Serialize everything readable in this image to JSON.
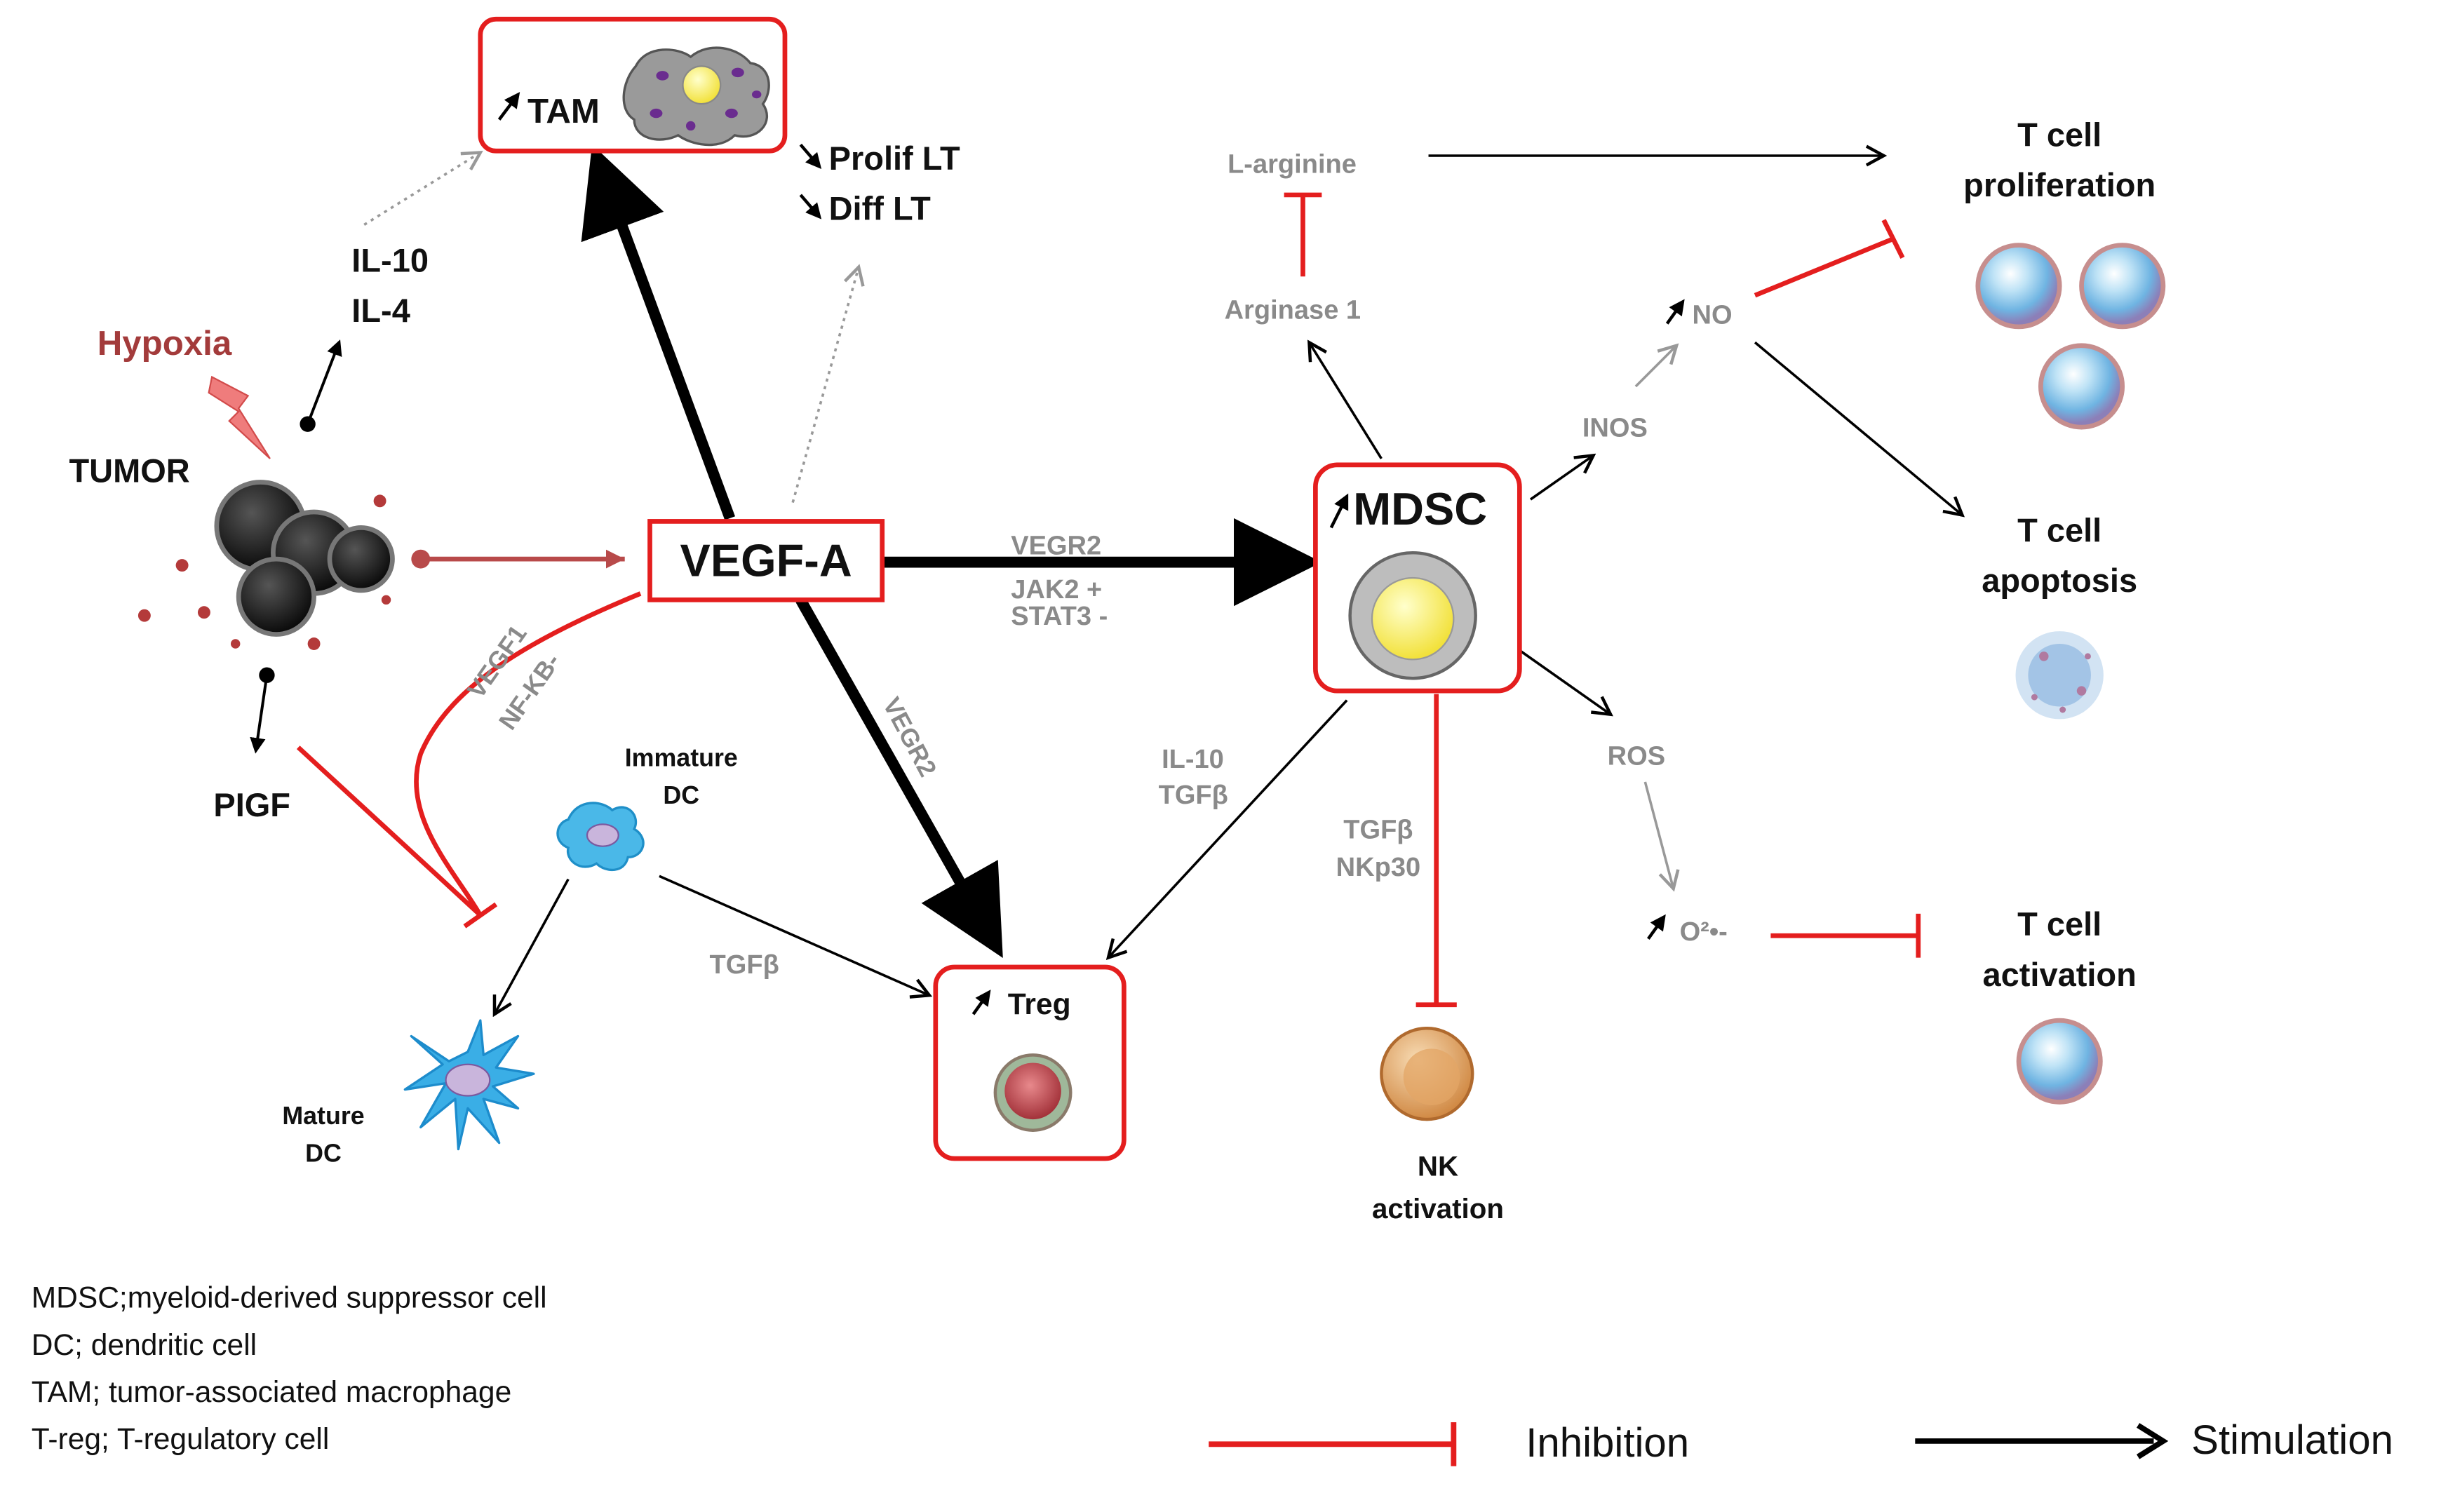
{
  "colors": {
    "inhibition": "#e41e1e",
    "stimulation": "#000000",
    "grey_text": "#8a8a8a",
    "hypoxia": "#a33b3b",
    "box_border": "#e41e1e"
  },
  "nodes": {
    "tam": "TAM",
    "prolif_lt": "Prolif LT",
    "diff_lt": "Diff LT",
    "il10": "IL-10",
    "il4": "IL-4",
    "hypoxia": "Hypoxia",
    "tumor": "TUMOR",
    "pigf": "PIGF",
    "vegfa": "VEGF-A",
    "vegf1": "VEGF1",
    "nfkb": "NF-KB-",
    "vegr2_top": "VEGR2",
    "jak2": "JAK2 +",
    "stat3": "STAT3 -",
    "vegr2_diag": "VEGR2",
    "immature_dc_1": "Immature",
    "immature_dc_2": "DC",
    "mature_dc_1": "Mature",
    "mature_dc_2": "DC",
    "tgfb_dc": "TGFβ",
    "treg": "Treg",
    "il10_treg": "IL-10",
    "tgfb_treg": "TGFβ",
    "mdsc": "MDSC",
    "l_arginine": "L-arginine",
    "arginase": "Arginase 1",
    "inos": "INOS",
    "no": "NO",
    "ros": "ROS",
    "superoxide": "O²•-",
    "tgfb_nk": "TGFβ",
    "nkp30": "NKp30",
    "nk_1": "NK",
    "nk_2": "activation",
    "tcell_prolif_1": "T cell",
    "tcell_prolif_2": "proliferation",
    "tcell_apop_1": "T cell",
    "tcell_apop_2": "apoptosis",
    "tcell_act_1": "T cell",
    "tcell_act_2": "activation"
  },
  "glossary": [
    "MDSC;myeloid-derived  suppressor cell",
    "DC; dendritic cell",
    "TAM;  tumor-associated macrophage",
    "T-reg; T-regulatory cell"
  ],
  "legend": {
    "inhibition": "Inhibition",
    "stimulation": "Stimulation"
  },
  "icons": [
    "tumor-cluster-icon",
    "macrophage-icon",
    "mdsc-cell-icon",
    "treg-cell-icon",
    "nk-cell-icon",
    "dendritic-cell-icon",
    "t-cell-icon",
    "apoptotic-cell-icon",
    "lightning-icon"
  ]
}
